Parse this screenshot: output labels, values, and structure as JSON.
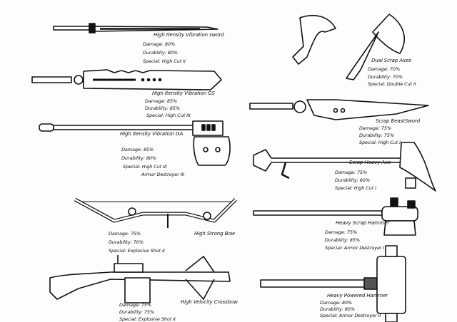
{
  "weapons": [
    {
      "name": "High Itensity Vibration sword",
      "damage": "Damage: 80%",
      "durability": "Durability: 80%",
      "special": [
        "Special: High Cut II"
      ]
    },
    {
      "name": "High Itensity Vibration GS",
      "damage": "Damage: 85%",
      "durability": "Durability: 85%",
      "special": [
        "Special: High Cut III"
      ]
    },
    {
      "name": "High Itensity Vibration GA",
      "damage": "Damage: 85%",
      "durability": "Durability: 80%",
      "special": [
        "Special: High Cut III",
        "Armor Destroyer III"
      ]
    },
    {
      "name": "High Strong Bow",
      "damage": "Damage: 75%",
      "durability": "Durability: 70%",
      "special": [
        "Special: Explosive Shot II"
      ]
    },
    {
      "name": "High Velocity Crossbow",
      "damage": "Damage: 75%",
      "durability": "Durability: 75%",
      "special": [
        "Special: Explosive Shot II"
      ]
    },
    {
      "name": "Dual Scrap Axes",
      "damage": "Damage: 70%",
      "durability": "Durability: 70%",
      "special": [
        "Special: Double Cut II"
      ]
    },
    {
      "name": "Scrap BeastSword",
      "damage": "Damage: 75%",
      "durability": "Durability: 75%",
      "special": [
        "Special: High Cut I"
      ]
    },
    {
      "name": "Scrap Heavy Axe",
      "damage": "Damage: 75%",
      "durability": "Durability: 80%",
      "special": [
        "Special: High Cut I"
      ]
    },
    {
      "name": "Heavy Scrap Hammer",
      "damage": "Damage: 75%",
      "durability": "Durability: 85%",
      "special": [
        "Special: Armor Destroyer I"
      ]
    },
    {
      "name": "Heavy Powered Hammer",
      "damage": "Damage: 80%",
      "durability": "Durability: 80%",
      "special": [
        "Special: Armor Destroyer II"
      ]
    }
  ]
}
